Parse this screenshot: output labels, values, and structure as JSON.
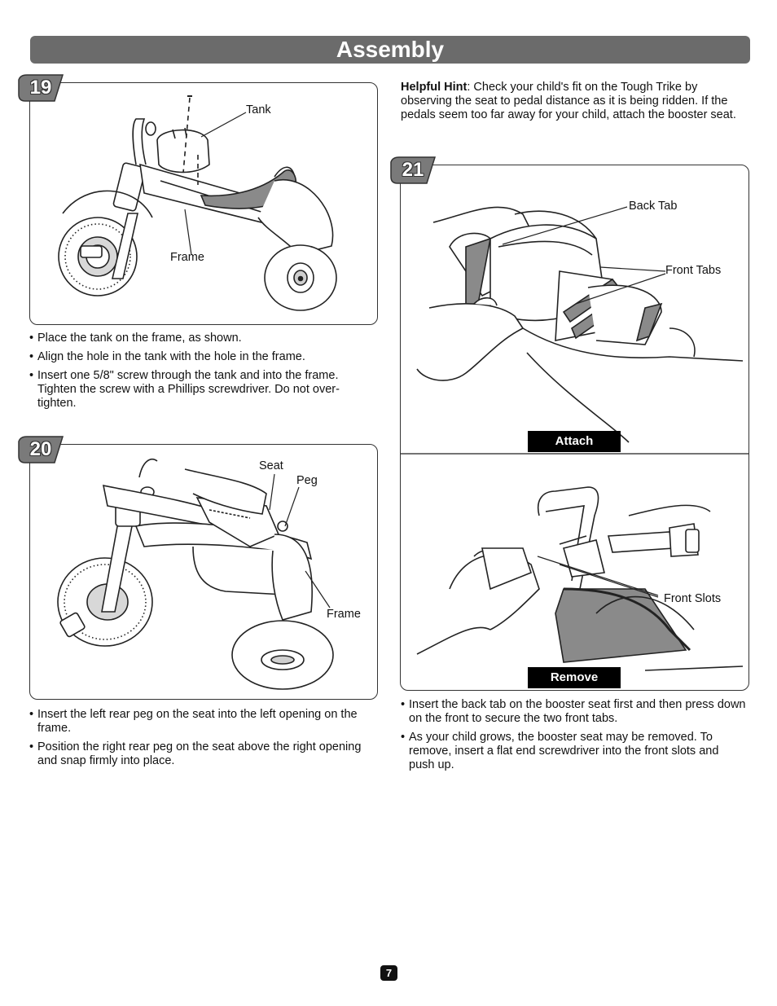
{
  "header": {
    "title": "Assembly"
  },
  "steps": {
    "s19": {
      "number": "19",
      "labels": {
        "tank": "Tank",
        "frame": "Frame"
      },
      "bullets": [
        "Place the tank on the frame, as shown.",
        "Align the hole in the tank with the hole in the frame.",
        "Insert one 5/8\" screw through the tank and into the frame. Tighten the screw with a Phillips screwdriver. Do not over-tighten."
      ]
    },
    "s20": {
      "number": "20",
      "labels": {
        "seat": "Seat",
        "peg": "Peg",
        "frame": "Frame"
      },
      "bullets": [
        "Insert the left rear peg on the seat into the left opening on the frame.",
        "Position the right rear peg on the seat above the right opening and snap firmly into place."
      ]
    },
    "s21": {
      "number": "21",
      "hint_label": "Helpful Hint",
      "hint_text": ": Check your child's fit on the Tough Trike by observing the seat to pedal distance as it is being ridden. If the pedals seem too far away for your child, attach the booster seat.",
      "labels": {
        "back_tab": "Back Tab",
        "front_tabs": "Front Tabs",
        "front_slots": "Front Slots"
      },
      "attach_label": "Attach",
      "remove_label": "Remove",
      "bullets": [
        "Insert the back tab on the booster seat first and then press down on the front to secure the two front tabs.",
        "As your child grows, the booster seat may be removed. To remove, insert a flat end screwdriver into the front slots and push up."
      ]
    }
  },
  "footer": {
    "page_number": "7"
  }
}
